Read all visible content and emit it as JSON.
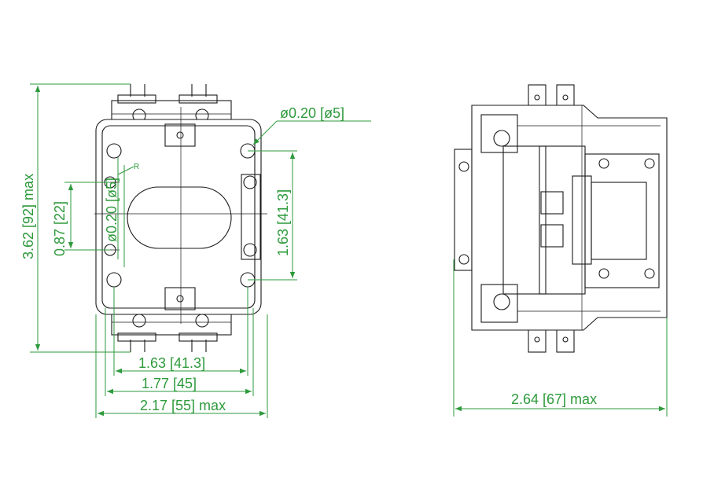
{
  "drawing": {
    "front_view": {
      "dims": {
        "overall_height": "3.62 [92] max",
        "hole_spacing_vertical": "1.63 [41.3]",
        "hole_diameter": "ø0.20 [ø5]",
        "slot_pitch": "0.87 [22]",
        "slot_width": "ø0.20 [ø5]",
        "radius_label": "R",
        "hole_spacing_horizontal": "1.63 [41.3]",
        "base_width": "1.77 [45]",
        "overall_width": "2.17 [55] max"
      }
    },
    "side_view": {
      "dims": {
        "overall_depth": "2.64 [67] max"
      }
    },
    "colors": {
      "dimension": "#2e9a3c",
      "outline": "#1a1a1a"
    }
  }
}
